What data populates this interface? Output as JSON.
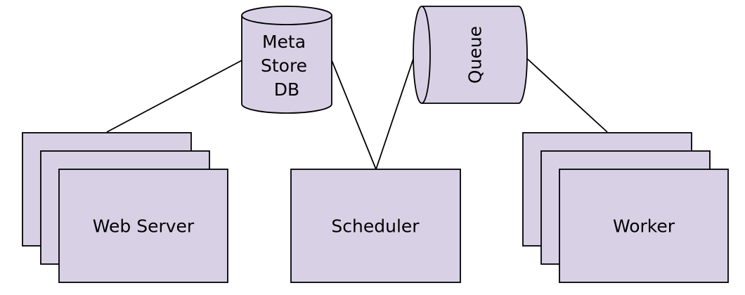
{
  "nodes": {
    "meta_store_db": {
      "lines": [
        "Meta",
        "Store",
        "DB"
      ]
    },
    "queue": {
      "label": "Queue"
    },
    "web_server": {
      "label": "Web Server"
    },
    "scheduler": {
      "label": "Scheduler"
    },
    "worker": {
      "label": "Worker"
    }
  },
  "colors": {
    "node_fill": "#d8d1e6",
    "stroke": "#000000",
    "background": "#ffffff"
  },
  "icons": {
    "meta_store_db": "database-cylinder-icon",
    "queue": "queue-cylinder-icon"
  }
}
